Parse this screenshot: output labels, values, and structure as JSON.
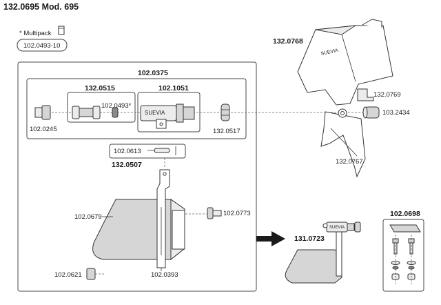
{
  "header": {
    "title": "132.0695 Mod. 695"
  },
  "multipack": {
    "label": "* Multipack",
    "code": "102.0493-10"
  },
  "assembly": {
    "main": "102.0375",
    "sub_left": "132.0515",
    "sub_mid": "102.1051",
    "pin_group": "132.0507"
  },
  "parts": {
    "p_0245": "102.0245",
    "p_0493": "102.0493*",
    "p_0517": "132.0517",
    "p_0613": "102.0613",
    "p_0679": "102.0679",
    "p_0773": "102.0773",
    "p_0621": "102.0621",
    "p_0393": "102.0393",
    "p_0768": "132.0768",
    "p_0769": "132.0769",
    "p_2434": "103.2434",
    "p_0767": "132.0767",
    "p_0723": "131.0723",
    "p_0698": "102.0698"
  },
  "brand": "SUEVIA",
  "colors": {
    "part_fill": "#d6d6d6",
    "line": "#333333",
    "arrow": "#1a1a1a"
  }
}
